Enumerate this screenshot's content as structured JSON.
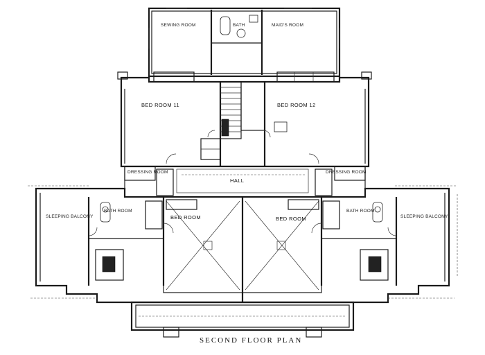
{
  "title": "SECOND FLOOR PLAN",
  "rooms": {
    "sewing_room": "SEWING ROOM",
    "bath_top": "BATH",
    "maids_room": "MAID'S ROOM",
    "bed_room_11": "BED ROOM 11",
    "bed_room_12": "BED ROOM 12",
    "hall": "HALL",
    "dressing_room_left": "DRESSING ROOM",
    "dressing_room_right": "DRESSING ROOM",
    "bath_left": "BATH ROOM",
    "bath_right": "BATH ROOM",
    "sleeping_balcony_left": "SLEEPING BALCONY",
    "sleeping_balcony_right": "SLEEPING BALCONY",
    "bed_room_left": "BED ROOM",
    "bed_room_right": "BED ROOM"
  }
}
